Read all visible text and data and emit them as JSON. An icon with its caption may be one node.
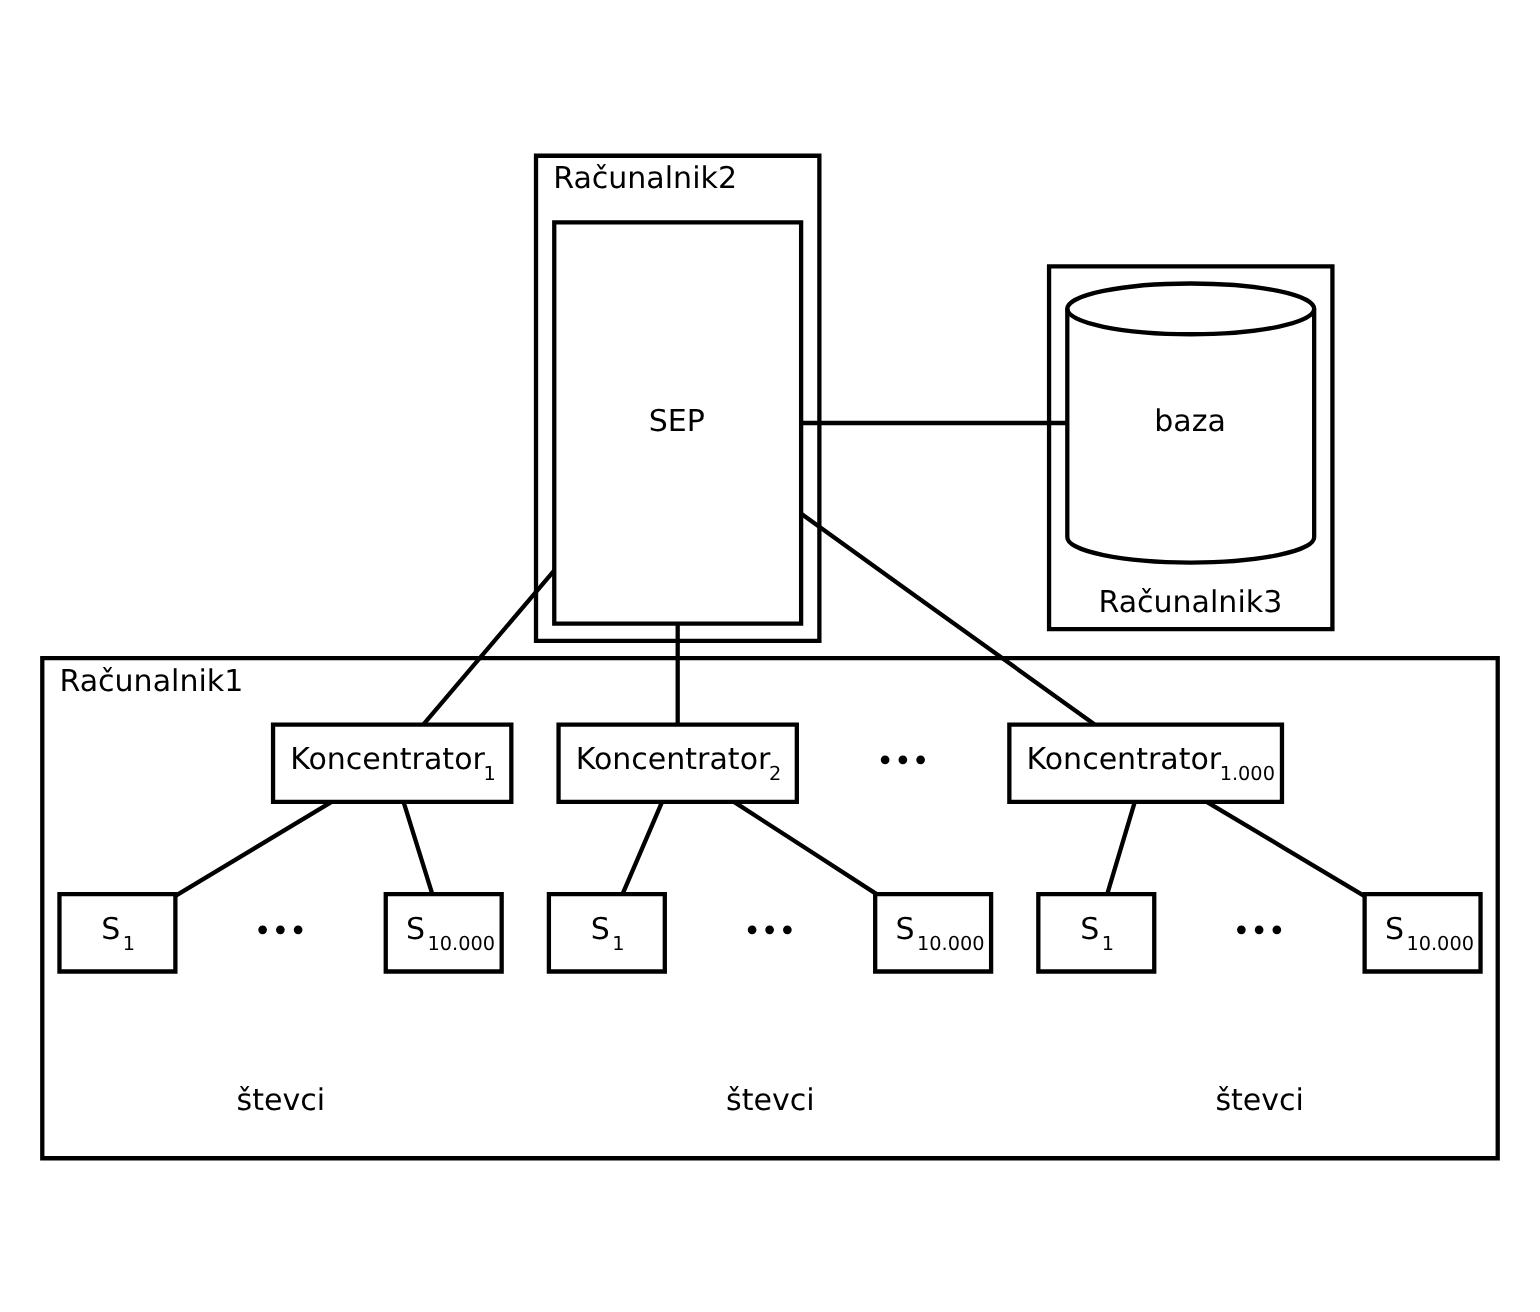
{
  "diagram": {
    "nodes": [
      {
        "text": [
          "Računalnik2"
        ]
      },
      {
        "text": [
          "SEP"
        ],
        "in": 0
      },
      {
        "text": [
          "Računalnik3"
        ]
      },
      {
        "text": [
          "baza"
        ],
        "in": 2
      },
      {
        "text": [
          "Računalnik1"
        ]
      },
      {
        "text": [
          "Koncentrator$_{1}$"
        ],
        "in": 4
      },
      {
        "text": [
          "Koncentrator$_{2}$"
        ],
        "in": 4
      },
      {
        "text": [
          "Koncentrator$_{1.000}$"
        ],
        "in": 4
      },
      {
        "text": [
          "S$_{1}$"
        ],
        "in": 4
      },
      {
        "text": [
          "S$_{10.000}$"
        ],
        "in": 4
      },
      {
        "text": [
          "S$_{1}$"
        ],
        "in": 4
      },
      {
        "text": [
          "S$_{10.000}$"
        ],
        "in": 4
      },
      {
        "text": [
          "S$_{1}$"
        ],
        "in": 4
      },
      {
        "text": [
          "S$_{10.000}$"
        ],
        "in": 4
      }
    ],
    "edges": [
      {
        "from": 1,
        "to": 3,
        "arrow": "none"
      },
      {
        "from": 1,
        "to": 5,
        "arrow": "none"
      },
      {
        "from": 1,
        "to": 6,
        "arrow": "none"
      },
      {
        "from": 1,
        "to": 7,
        "arrow": "none"
      },
      {
        "from": 5,
        "to": 8,
        "arrow": "none"
      },
      {
        "from": 5,
        "to": 9,
        "arrow": "none"
      },
      {
        "from": 6,
        "to": 10,
        "arrow": "none"
      },
      {
        "from": 6,
        "to": 11,
        "arrow": "none"
      },
      {
        "from": 7,
        "to": 12,
        "arrow": "none"
      },
      {
        "from": 7,
        "to": 13,
        "arrow": "none"
      }
    ],
    "labels": [
      "•••",
      "•••",
      "•••",
      "•••",
      "števci",
      "števci",
      "števci"
    ]
  }
}
